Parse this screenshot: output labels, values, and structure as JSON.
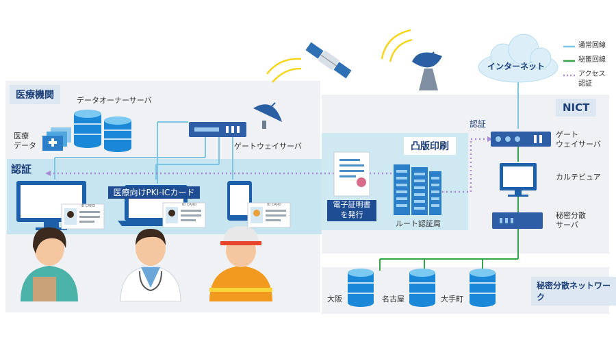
{
  "legend": {
    "normal_line": "通常回線",
    "secret_line": "秘匿回線",
    "access_auth": [
      "アクセス",
      "認証"
    ],
    "colors": {
      "normal": "#7cc6e4",
      "secret": "#35a34a",
      "access": "#a98ad6"
    }
  },
  "hospital": {
    "title": "医療機関",
    "data_owner_server": "データオーナーサーバ",
    "medical_data": [
      "医療",
      "データ"
    ],
    "gateway_server": "ゲートウェイサーバ"
  },
  "auth": {
    "title": "認証",
    "pki_card": "医療向けPKI-ICカード",
    "id_card_text": "ID CARD"
  },
  "toppan": {
    "title": "凸版印刷",
    "issue_cert": [
      "電子証明書",
      "を発行"
    ],
    "root_ca": "ルート認証局"
  },
  "internet": "インターネット",
  "nict": {
    "title": "NICT",
    "auth_label": "認証",
    "gateway_server": [
      "ゲート",
      "ウェイサーバ"
    ],
    "chart_computer": "カルテビュア",
    "secret_sharing_server": [
      "秘密分散",
      "サーバ"
    ]
  },
  "network": {
    "title": "秘密分散ネットワーク",
    "nodes": [
      "大阪",
      "名古屋",
      "大手町"
    ]
  }
}
